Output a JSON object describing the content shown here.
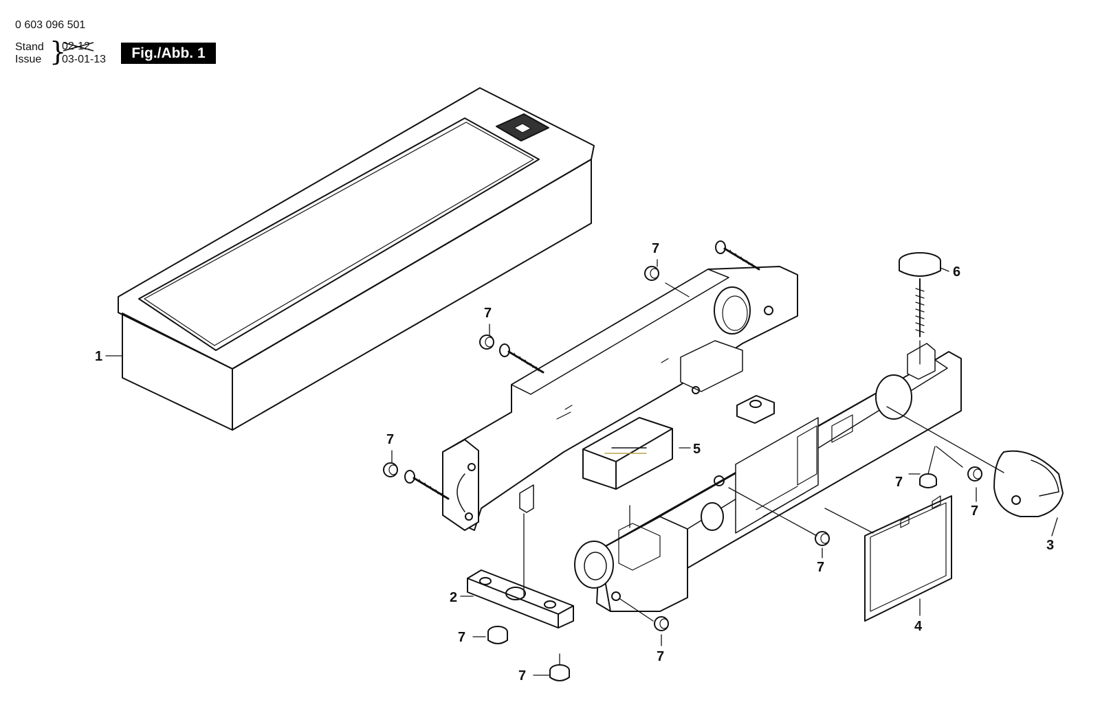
{
  "header": {
    "part_number": "0 603 096 501",
    "stand_label": "Stand",
    "issue_label": "Issue",
    "stand_date": "02-12",
    "issue_date": "03-01-13",
    "figure_label": "Fig./Abb. 1"
  },
  "callouts": {
    "c1": "1",
    "c2": "2",
    "c3": "3",
    "c4": "4",
    "c5": "5",
    "c6": "6",
    "c7": "7"
  },
  "colors": {
    "line": "#111111",
    "badge_bg": "#000000",
    "badge_text": "#ffffff"
  }
}
